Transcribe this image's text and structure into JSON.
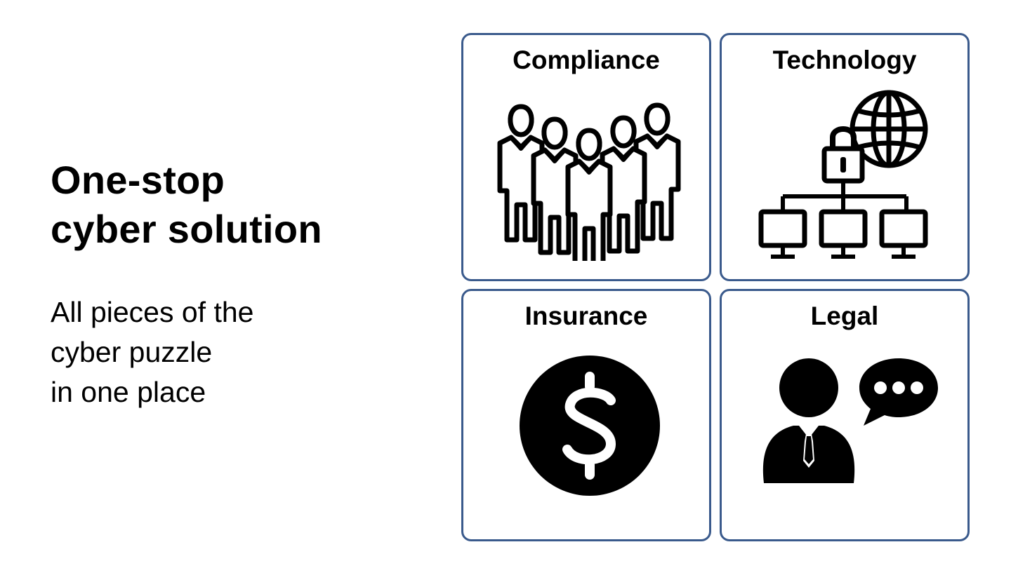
{
  "slide": {
    "title_lines": [
      "One-stop",
      "cyber solution"
    ],
    "subtitle_lines": [
      "All pieces of the",
      "cyber puzzle",
      "in one place"
    ]
  },
  "tiles": [
    {
      "label": "Compliance",
      "icon": "people-group-icon"
    },
    {
      "label": "Technology",
      "icon": "globe-lock-network-icon"
    },
    {
      "label": "Insurance",
      "icon": "dollar-coin-icon"
    },
    {
      "label": "Legal",
      "icon": "person-speech-bubble-icon"
    }
  ],
  "colors": {
    "tile_border": "#3a5a8c",
    "text": "#000000",
    "background": "#ffffff"
  }
}
